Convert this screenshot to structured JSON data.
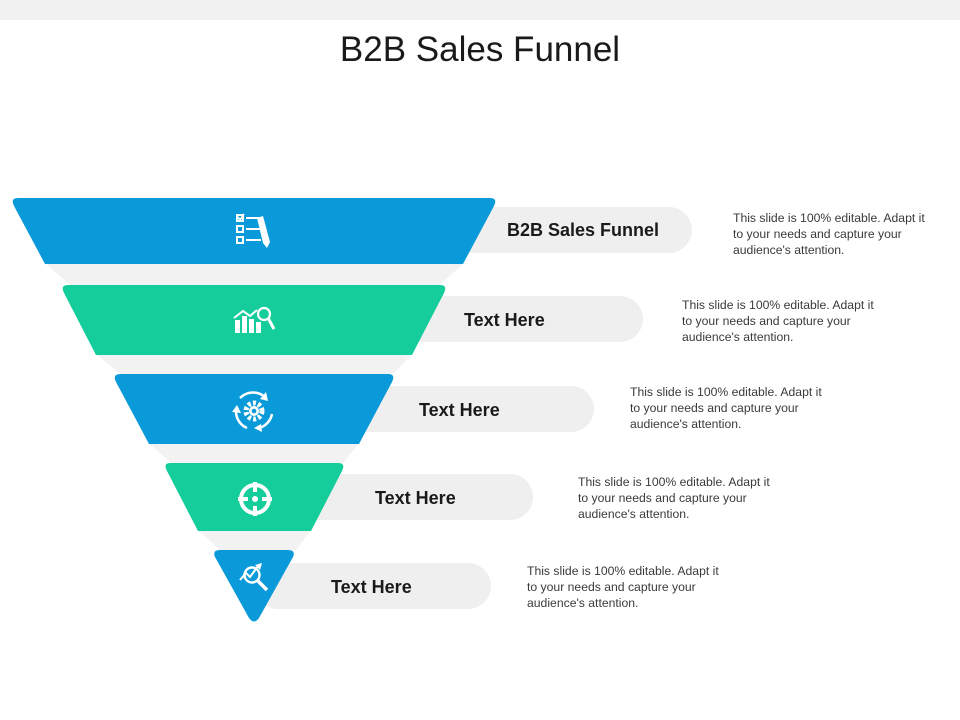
{
  "title": "B2B Sales Funnel",
  "colors": {
    "blue": "#0a9ad9",
    "green": "#14cd9b",
    "pill": "#efefef",
    "connector": "#f2f2f2"
  },
  "stages": [
    {
      "label": "B2B Sales Funnel",
      "icon": "checklist-pencil-icon",
      "color": "blue",
      "description": "This slide is 100% editable. Adapt it to your needs and capture your audience's attention."
    },
    {
      "label": "Text Here",
      "icon": "chart-magnifier-icon",
      "color": "green",
      "description": "This slide is 100% editable. Adapt it to your needs and capture your audience's attention."
    },
    {
      "label": "Text Here",
      "icon": "gear-cycle-icon",
      "color": "blue",
      "description": "This slide is 100% editable. Adapt it to your needs and capture your audience's attention."
    },
    {
      "label": "Text Here",
      "icon": "target-crosshair-icon",
      "color": "green",
      "description": "This slide is 100% editable. Adapt it to your needs and capture your audience's attention."
    },
    {
      "label": "Text Here",
      "icon": "magnifier-growth-icon",
      "color": "blue",
      "description": "This slide is 100% editable. Adapt it to your needs and capture your audience's attention."
    }
  ]
}
